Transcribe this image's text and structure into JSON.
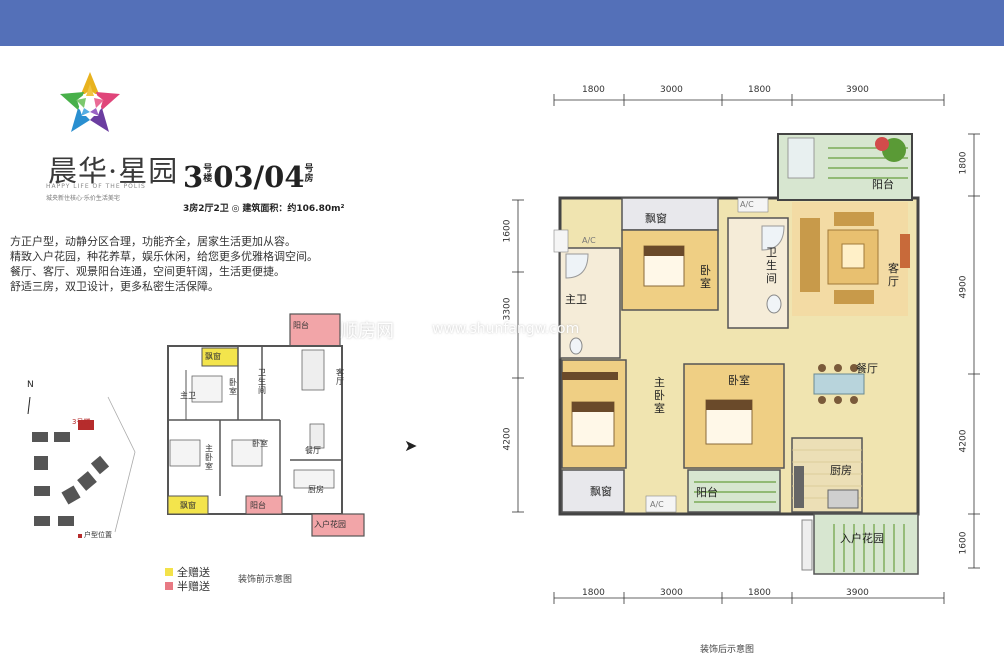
{
  "brand": {
    "name": "晨华·星园",
    "english": "HAPPY LIFE OF THE POLIS",
    "slogan": "城央新住核心·乐价生活美宅"
  },
  "unit": {
    "building": "3",
    "building_unit": "号楼",
    "rooms": "03/04",
    "rooms_unit": "号房",
    "layout": "3房2厅2卫",
    "area_label": "建筑面积：约106.80m²"
  },
  "description": [
    "方正户型，动静分区合理，功能齐全，居家生活更加从容。",
    "精致入户花园，种花养草，娱乐休闲，给您更多优雅格调空间。",
    "餐厅、客厅、观景阳台连通，空间更轩阔，生活更便捷。",
    "舒适三房，双卫设计，更多私密生活保障。"
  ],
  "small_plan": {
    "rooms": {
      "balcony_top": "阳台",
      "bay_top": "飘窗",
      "bath2": "卫生间",
      "living": "客厅",
      "master_bath": "主卫",
      "bedroom1": "卧室",
      "master_bedroom": "主卧室",
      "bedroom2": "卧室",
      "dining": "餐厅",
      "kitchen": "厨房",
      "bay_bottom": "飘窗",
      "balcony_bottom": "阳台",
      "entry_garden": "入户花园"
    },
    "caption": "装饰前示意图"
  },
  "site_plan": {
    "north": "N",
    "building_label": "3号楼",
    "position_label": "户型位置"
  },
  "legend": {
    "full_gift": "全赠送",
    "half_gift": "半赠送",
    "full_color": "#f3e24a",
    "half_color": "#e87a84"
  },
  "big_plan": {
    "top_dims": [
      "1800",
      "3000",
      "1800",
      "3900"
    ],
    "bottom_dims": [
      "1800",
      "3000",
      "1800",
      "3900"
    ],
    "left_dims": [
      "1600",
      "3300",
      "4200"
    ],
    "right_dims": [
      "1800",
      "4900",
      "4200",
      "1600"
    ],
    "rooms": {
      "balcony_top": "阳台",
      "bay_top": "飘窗",
      "bedroom1": "卧室",
      "bath2": "卫生间",
      "living": "客厅",
      "master_bath": "主卫",
      "master_bedroom": "主卧室",
      "bedroom2": "卧室",
      "dining": "餐厅",
      "kitchen": "厨房",
      "bay_bottom": "飘窗",
      "balcony_bottom": "阳台",
      "entry_garden": "入户花园",
      "ac1": "A/C",
      "ac2": "A/C",
      "ac3": "A/C"
    },
    "caption": "装饰后示意图"
  },
  "watermark": {
    "cn": "顺房网",
    "url": "www.shunfangw.com"
  },
  "colors": {
    "top_bar": "#5470b8",
    "legend_full": "#f3e24a",
    "legend_half": "#e87a84",
    "floor": "#f1e6b8",
    "wall": "#555555"
  }
}
